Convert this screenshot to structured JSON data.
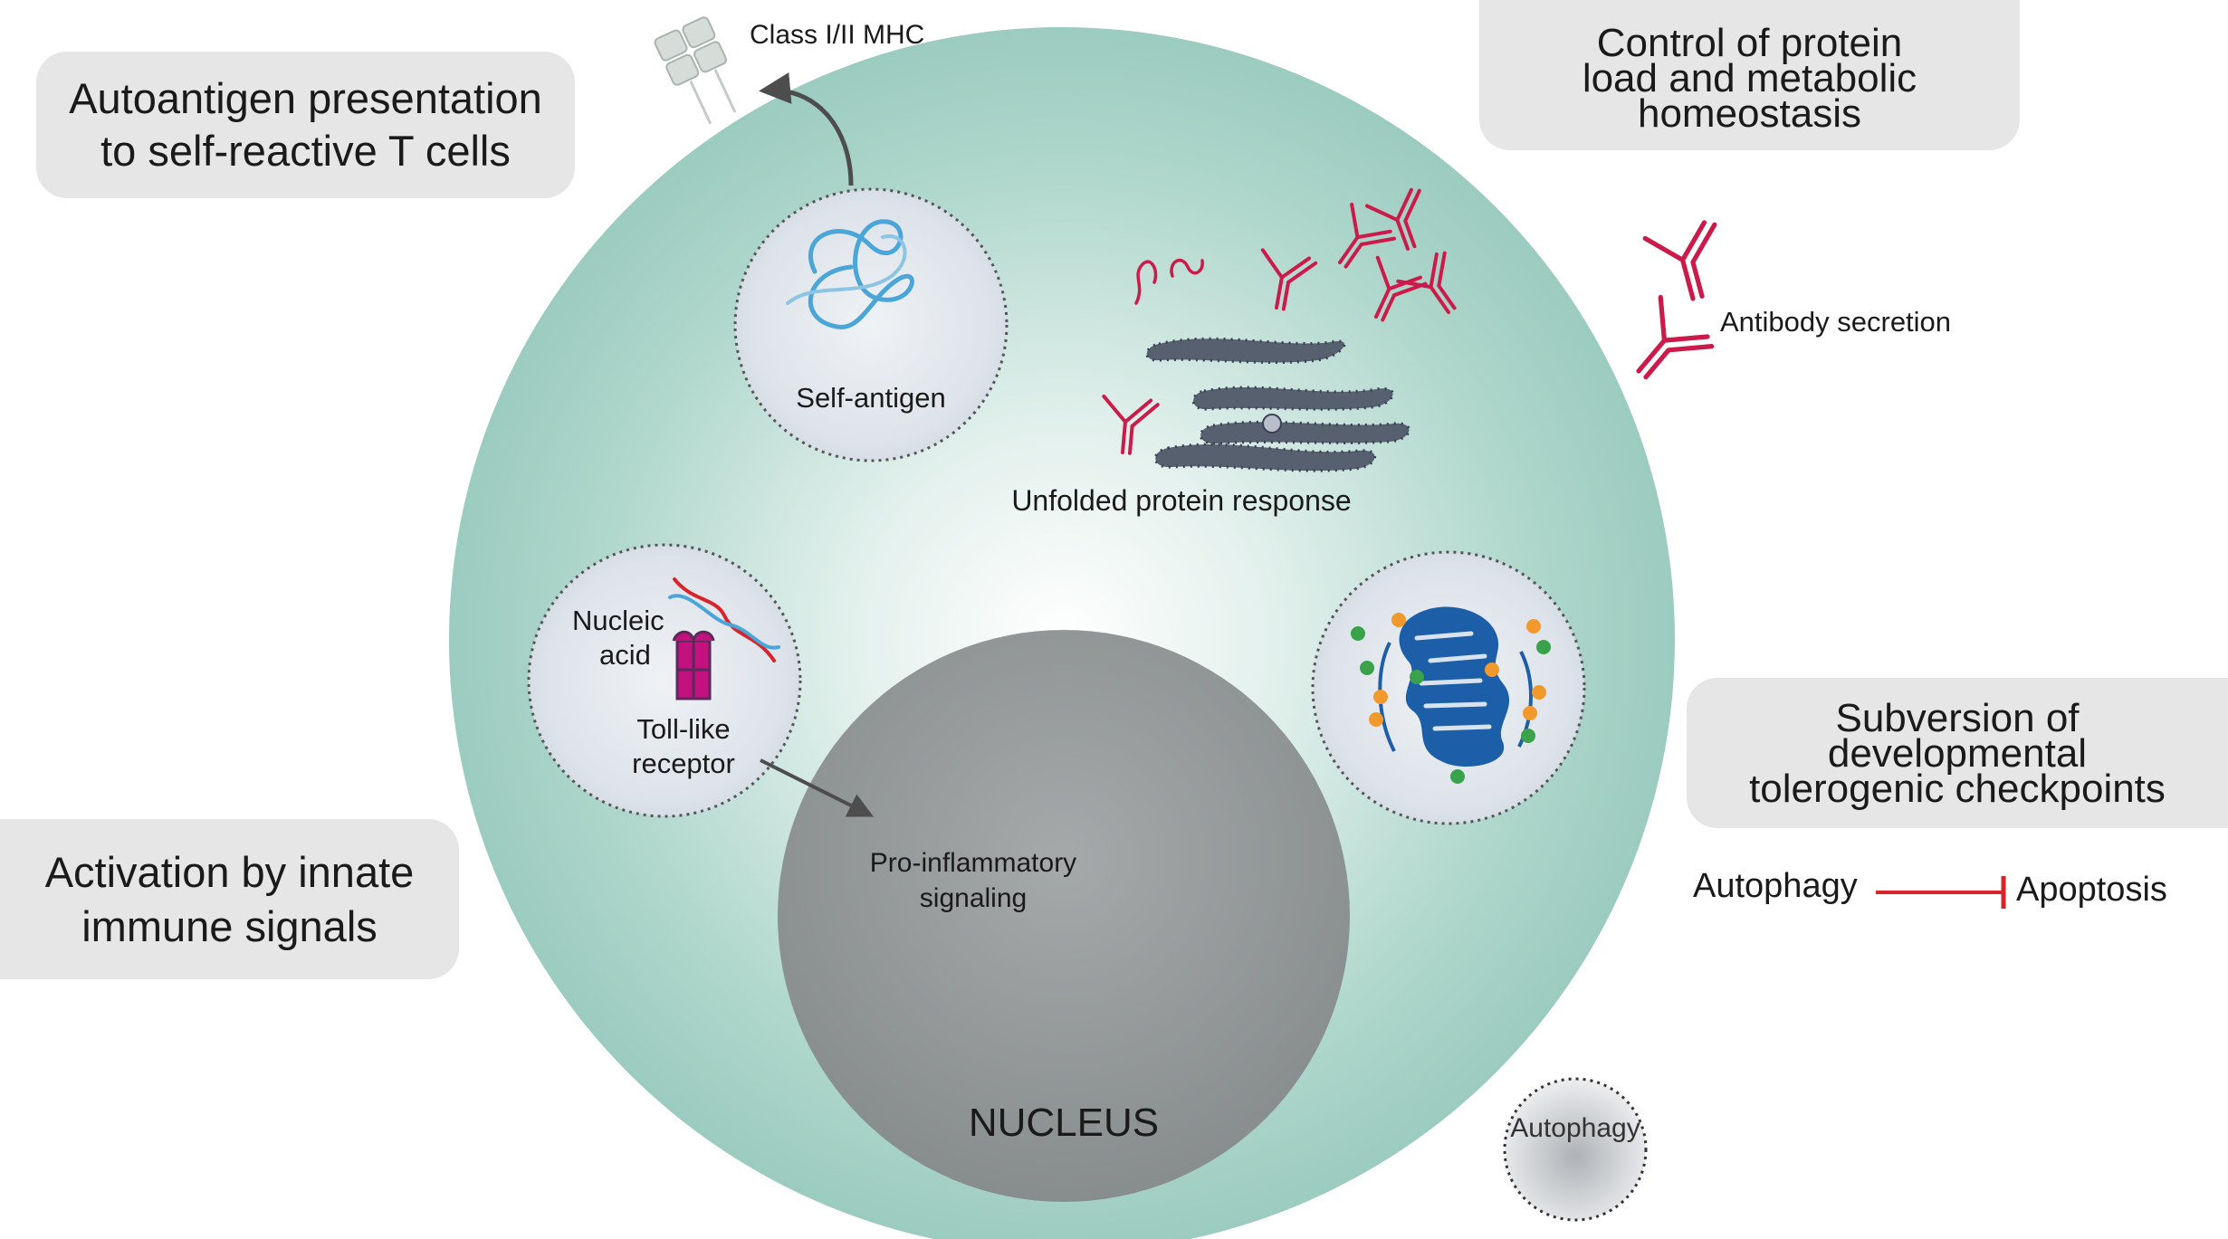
{
  "callouts": {
    "autoantigen": [
      "Autoantigen presentation",
      "to self-reactive T cells"
    ],
    "innate": [
      "Activation by innate",
      "immune signals"
    ],
    "protein": [
      "Control of protein",
      "load and metabolic",
      "homeostasis"
    ],
    "subversion": [
      "Subversion of",
      "developmental",
      "tolerogenic checkpoints"
    ]
  },
  "labels": {
    "mhc": "Class I/II MHC",
    "self_antigen": "Self-antigen",
    "antibody_secretion": "Antibody secretion",
    "upr": "Unfolded protein response",
    "nucleic": "Nucleic",
    "acid": "acid",
    "toll": "Toll-like",
    "receptor": "receptor",
    "proinflammatory": "Pro-inflammatory",
    "signaling": "signaling",
    "nucleus": "NUCLEUS",
    "autophagy_vesicle": "Autophagy",
    "autophagy": "Autophagy",
    "apoptosis": "Apoptosis"
  },
  "colors": {
    "cell_teal": "#9fcdc2",
    "nucleus_gray": "#8f9394",
    "antibody_red": "#cc1a4a",
    "inhibit_red": "#d8232a",
    "er_blue": "#56606e",
    "rna_blue": "#4aa5d8",
    "mito_blue": "#1c5fa8",
    "dot_orange": "#f2992e",
    "dot_green": "#3aa24a",
    "tlr_magenta": "#c3127e"
  }
}
